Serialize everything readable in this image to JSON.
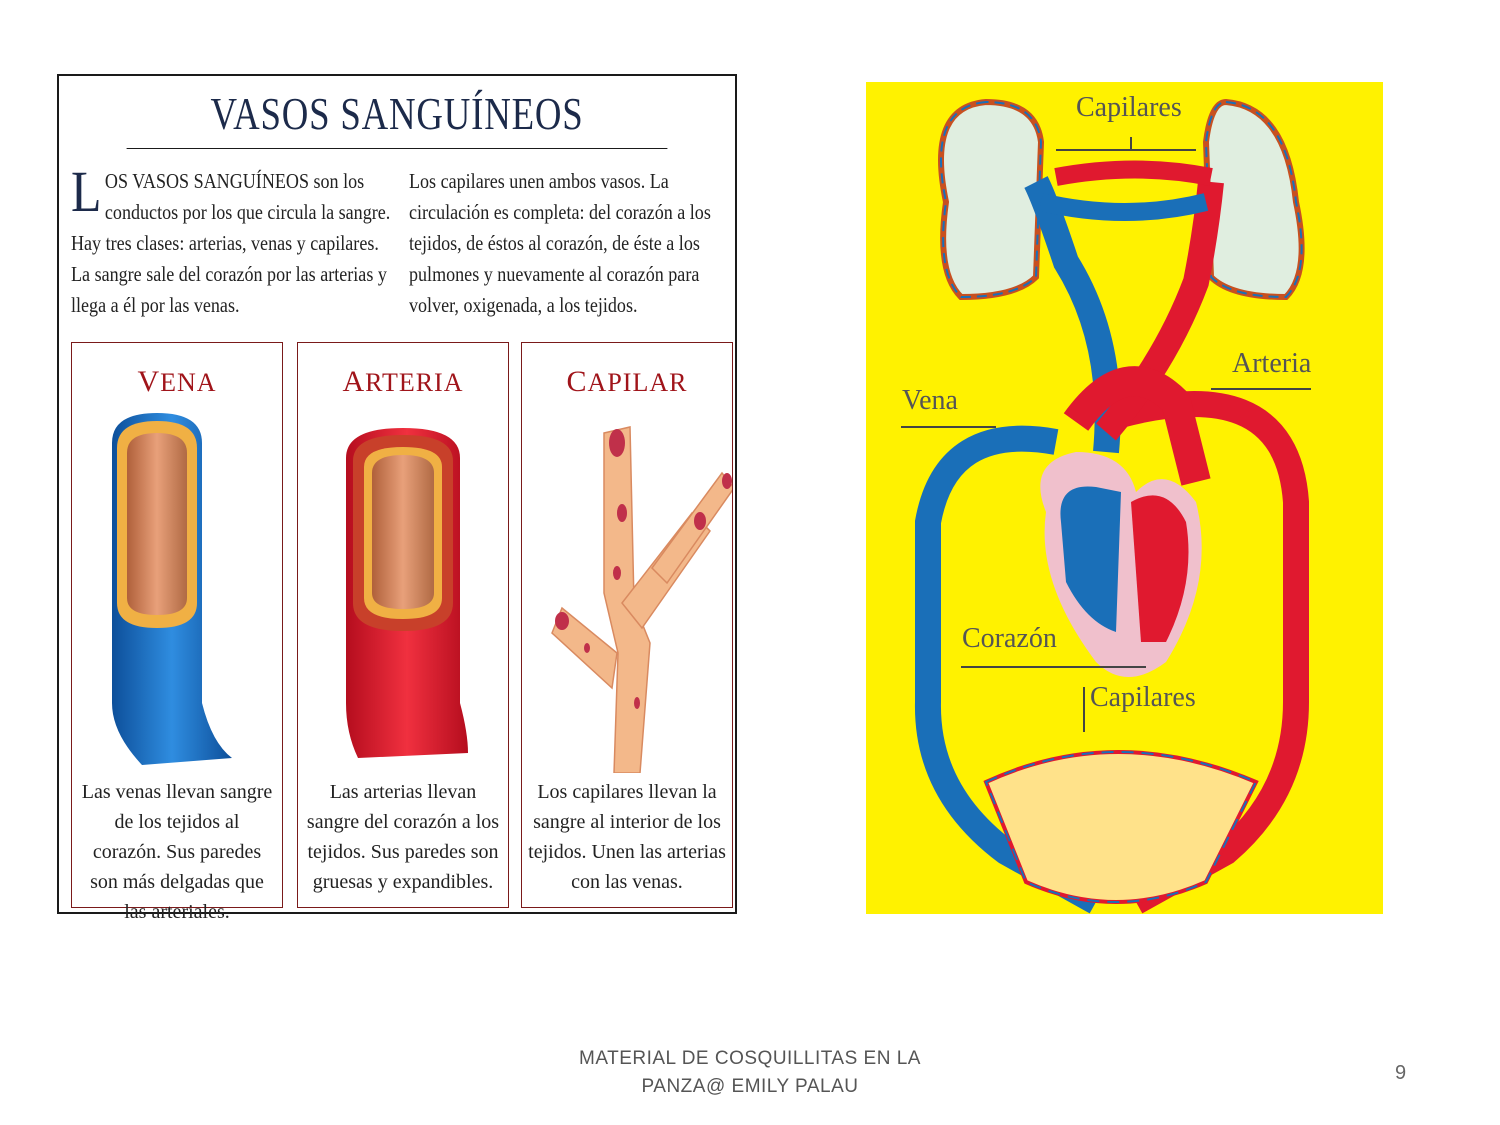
{
  "left_panel": {
    "title": "VASOS SANGUÍNEOS",
    "intro_dropcap": "L",
    "intro_left": "OS VASOS SANGUÍNEOS son los conductos por los que circula la sangre. Hay tres clases: arterias, venas y capilares. La sangre sale del corazón por las arterias y llega a él por las venas.",
    "intro_right": "Los capilares unen ambos vasos. La circulación es completa: del corazón a los tejidos, de éstos al corazón, de éste a los pulmones y nuevamente al corazón para volver, oxigenada, a los tejidos.",
    "cards": [
      {
        "title": "VENA",
        "text": "Las venas llevan sangre de los tejidos al corazón. Sus paredes son más delgadas que las arteriales."
      },
      {
        "title": "ARTERIA",
        "text": "Las arterias llevan sangre del corazón a los tejidos. Sus paredes son gruesas y expandibles."
      },
      {
        "title": "CAPILAR",
        "text": "Los capilares llevan la sangre al interior de los tejidos. Unen las arterias con las venas."
      }
    ]
  },
  "right_panel": {
    "labels": {
      "capilares_top": "Capilares",
      "arteria": "Arteria",
      "vena": "Vena",
      "corazon": "Corazón",
      "capilares_bottom": "Capilares"
    },
    "colors": {
      "background": "#fff200",
      "artery": "#e0192f",
      "vein": "#1a6fb8"
    }
  },
  "footer": {
    "text": "MATERIAL DE COSQUILLITAS EN LA PANZA@ EMILY PALAU",
    "page_number": "9"
  }
}
